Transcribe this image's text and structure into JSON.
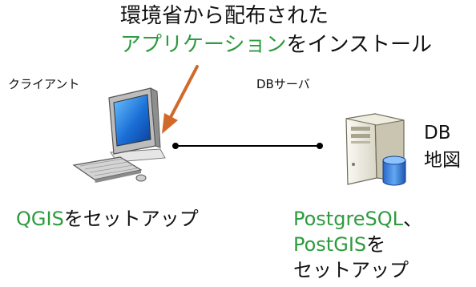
{
  "title": {
    "line1": "環境省から配布された",
    "line2_highlight": "アプリケーション",
    "line2_rest": "をインストール"
  },
  "client": {
    "label": "クライアント",
    "setup_highlight": "QGIS",
    "setup_rest": "をセットアップ"
  },
  "server": {
    "label": "DBサーバ",
    "db_line1": "DB",
    "db_line2": "地図",
    "setup_line1_highlight": "PostgreSQL",
    "setup_line1_rest": "、",
    "setup_line2_highlight": "PostGIS",
    "setup_line2_rest": "を",
    "setup_line3": "セットアップ"
  },
  "colors": {
    "highlight": "#2e9b3e",
    "arrow": "#d0692a",
    "text": "#111111"
  },
  "icons": {
    "client": "desktop-computer-icon",
    "server": "database-server-icon"
  }
}
